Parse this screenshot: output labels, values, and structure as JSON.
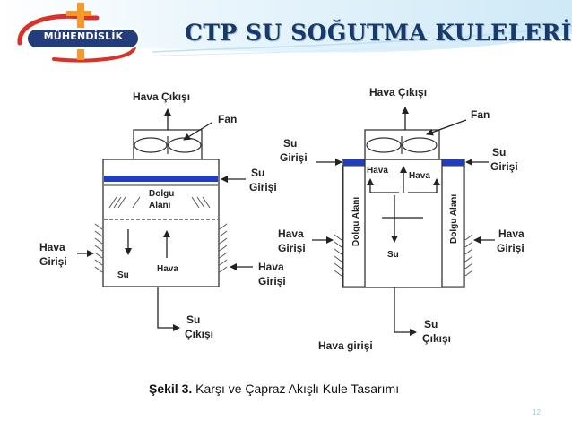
{
  "header": {
    "logo_text": "MÜHENDİSLİK",
    "title": "CTP SU SOĞUTMA KULELERİ"
  },
  "colors": {
    "title": "#153a6b",
    "band_light": "#dff1fb",
    "logo_red": "#d8322a",
    "logo_orange": "#f39a2b",
    "logo_navy": "#223d79",
    "water_layer": "#1f3fbf"
  },
  "counter_flow": {
    "air_outlet": "Hava Çıkışı",
    "fan": "Fan",
    "water_inlet": [
      "Su",
      "Girişi"
    ],
    "fill": [
      "Dolgu",
      "Alanı"
    ],
    "air_inlet_left": [
      "Hava",
      "Girişi"
    ],
    "air_inlet_right": [
      "Hava",
      "Girişi"
    ],
    "water_inside": "Su",
    "air_inside": "Hava",
    "water_outlet": [
      "Su",
      "Çıkışı"
    ]
  },
  "cross_flow": {
    "air_outlet": "Hava Çıkışı",
    "fan": "Fan",
    "water_inlet_left": [
      "Su",
      "Girişi"
    ],
    "water_inlet_right": [
      "Su",
      "Girişi"
    ],
    "air_inside_left": "Hava",
    "air_inside_right": "Hava",
    "fill_left": "Dolgu Alanı",
    "fill_right": "Dolgu Alanı",
    "air_inlet_left": [
      "Hava",
      "Girişi"
    ],
    "air_inlet_right": [
      "Hava",
      "Girişi"
    ],
    "water_inside": "Su",
    "air_inlet_bottom": "Hava girişi",
    "water_outlet": [
      "Su",
      "Çıkışı"
    ]
  },
  "caption": {
    "prefix": "Şekil 3.",
    "text": " Karşı ve Çapraz Akışlı Kule Tasarımı"
  },
  "page_number": "12"
}
